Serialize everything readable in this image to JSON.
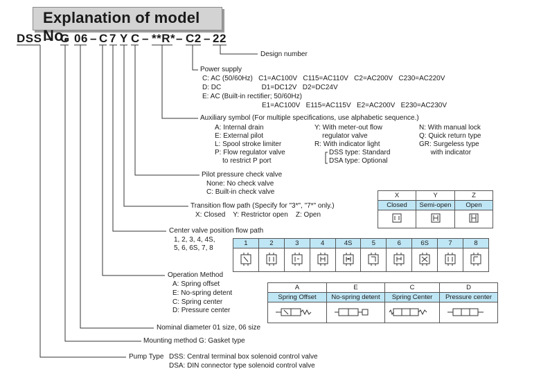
{
  "title": "Explanation of model No.",
  "model": {
    "parts": [
      "DSS",
      "–",
      "G",
      "06",
      "–",
      "C",
      "7",
      "Y",
      "C",
      "–",
      "**R*",
      "–",
      "C2",
      "–",
      "22"
    ]
  },
  "design_number": "Design number",
  "power_supply": {
    "heading": "Power supply",
    "line1": "C: AC (50/60Hz)   C1=AC100V   C115=AC110V   C2=AC200V   C230=AC220V",
    "line2": "D: DC                     D1=DC12V   D2=DC24V",
    "line3": "E: AC (Built-in rectifier; 50/60Hz)",
    "line4": "E1=AC100V   E115=AC115V   E2=AC200V   E230=AC230V"
  },
  "auxiliary": {
    "heading": "Auxiliary symbol (For multiple specifications, use alphabetic sequence.)",
    "col1": [
      "A: Internal drain",
      "E: External pilot",
      "L: Spool stroke limiter",
      "P: Flow regulator valve",
      "    to restrict P port"
    ],
    "col2": [
      "Y: With meter-out flow",
      "    regulator valve",
      "R: With indicator light",
      "DSS type: Standard",
      "DSA type: Optional"
    ],
    "col3": [
      "N: With manual lock",
      "Q: Quick return type",
      "GR: Surgeless type",
      "      with indicator"
    ]
  },
  "pilot_check": {
    "heading": "Pilot pressure check valve",
    "items": [
      "None: No check valve",
      "C: Built-in check valve"
    ]
  },
  "transition": {
    "heading": "Transition flow path (Specify for \"3*\", \"7*\" only.)",
    "items": "X: Closed    Y: Restrictor open    Z: Open",
    "table": {
      "codes": [
        "X",
        "Y",
        "Z"
      ],
      "labels": [
        "Closed",
        "Semi-open",
        "Open"
      ]
    }
  },
  "center_valve": {
    "heading": "Center valve position flow path",
    "line1": "1, 2, 3, 4, 4S,",
    "line2": "5, 6, 6S, 7, 8",
    "table": {
      "codes": [
        "1",
        "2",
        "3",
        "4",
        "4S",
        "5",
        "6",
        "6S",
        "7",
        "8"
      ]
    }
  },
  "operation": {
    "heading": "Operation Method",
    "items": [
      "A: Spring offset",
      "E: No-spring detent",
      "C: Spring center",
      "D: Pressure center"
    ],
    "table": {
      "codes": [
        "A",
        "E",
        "C",
        "D"
      ],
      "labels": [
        "Spring Offset",
        "No-spring detent",
        "Spring Center",
        "Pressure center"
      ]
    }
  },
  "nominal": "Nominal diameter 01 size, 06 size",
  "mounting": "Mounting method G: Gasket type",
  "pump_type": {
    "label": "Pump Type",
    "line1": "DSS: Central terminal box solenoid control valve",
    "line2": "DSA: DIN connector type solenoid control valve"
  }
}
